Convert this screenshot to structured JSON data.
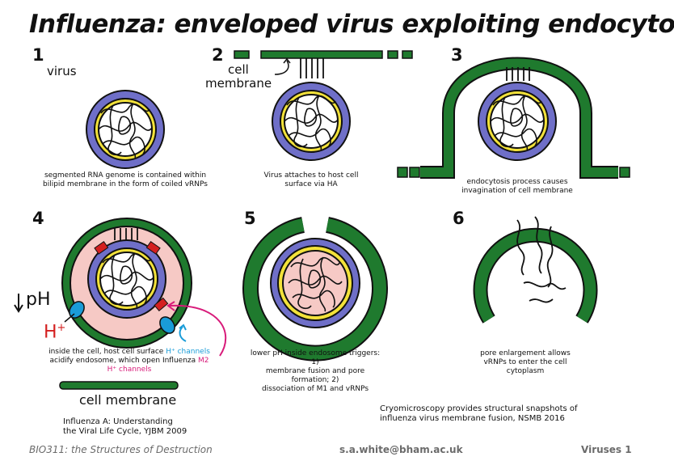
{
  "title": "Influenza: enveloped virus exploiting endocytosis",
  "panels": [
    {
      "number": "1",
      "caption_lines": [
        "segmented RNA genome is contained within",
        "bilipid membrane in the form of  coiled vRNPs"
      ]
    },
    {
      "number": "2",
      "caption_lines": [
        "Virus attaches to host cell",
        "surface via HA"
      ]
    },
    {
      "number": "3",
      "caption_lines": [
        "endocytosis process causes",
        "invagination of cell membrane"
      ]
    },
    {
      "number": "4",
      "caption_line1": "inside the cell, host cell surface ",
      "caption_h_channels": "H⁺ channels",
      "caption_line2": "acidify endosome, which open Influenza ",
      "caption_m2": "M2",
      "caption_line3": "H⁺ channels"
    },
    {
      "number": "5",
      "caption_lines": [
        "lower pH inside endosome triggers: 1)",
        "membrane fusion and pore formation; 2)",
        "dissociation of M1 and vRNPs"
      ]
    },
    {
      "number": "6",
      "caption_lines": [
        "pore enlargement allows",
        "vRNPs to enter the cell",
        "cytoplasm"
      ]
    }
  ],
  "labels": {
    "virus": "virus",
    "cell_membrane_top_1": "cell",
    "cell_membrane_top_2": "membrane",
    "ph": "pH",
    "h_plus": "H",
    "h_plus_sup": "+",
    "cell_membrane_bottom": "cell membrane"
  },
  "references": {
    "ref1_line1": "Influenza A: Understanding",
    "ref1_line2": "the Viral Life Cycle, YJBM 2009",
    "ref2_line1": "Cryomicroscopy provides structural snapshots of",
    "ref2_line2": "influenza virus membrane fusion, NSMB 2016"
  },
  "footer": {
    "left": "BIO311: the Structures of Destruction",
    "center": "s.a.white@bham.ac.uk",
    "right": "Viruses 1"
  },
  "colors": {
    "membrane_green": "#1f7a2e",
    "envelope_purple": "#6f6fc8",
    "matrix_yellow": "#f3e23a",
    "endosome_pink": "#f6c9c5",
    "channel_blue": "#1a9cd8",
    "channel_red": "#d42020",
    "accent_magenta": "#d81b7a"
  }
}
